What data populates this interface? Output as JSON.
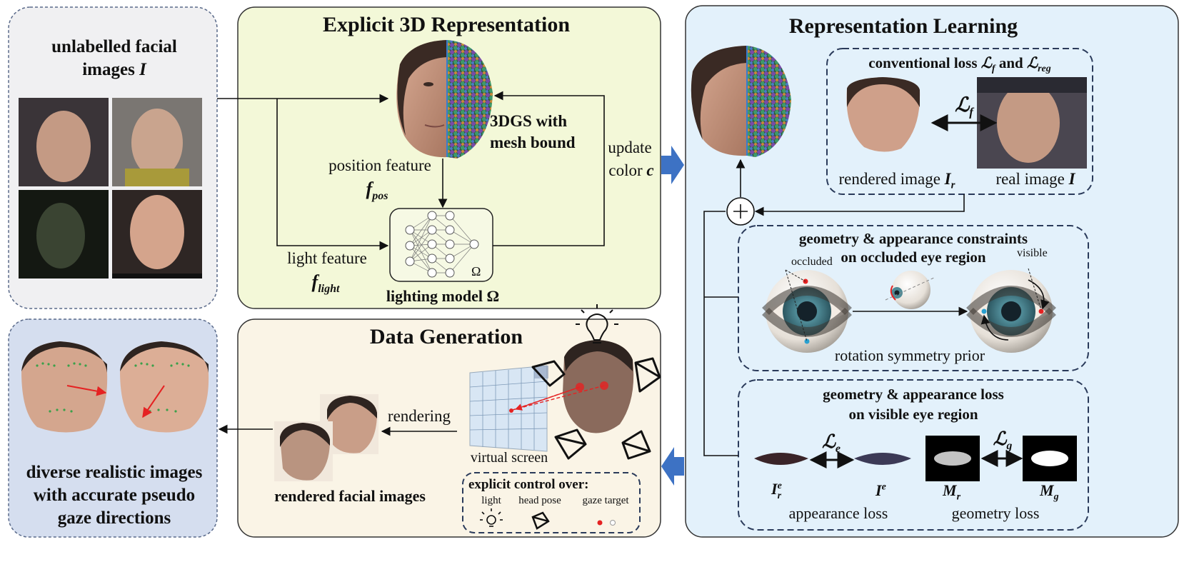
{
  "colors": {
    "unlabelled_panel": "#f0f0f2",
    "explicit_panel": "#f3f8d8",
    "representation_panel": "#e3f1fb",
    "generation_panel": "#faf4e6",
    "output_panel": "#d5deef",
    "block_arrow": "#3d72c4",
    "gaze_arrow": "#e52222"
  },
  "unlabelled": {
    "title_line1": "unlabelled facial",
    "title_line2": "images",
    "title_symbol": "I"
  },
  "explicit": {
    "title": "Explicit 3D Representation",
    "gs_label_line1": "3DGS  with",
    "gs_label_line2": "mesh bound",
    "position_feature": "position feature",
    "position_symbol": "f",
    "position_sub": "pos",
    "light_feature": "light feature",
    "light_symbol": "f",
    "light_sub": "light",
    "omega": "Ω",
    "lighting_model": "lighting model Ω",
    "update_line1": "update",
    "update_line2": "color",
    "update_symbol": "c"
  },
  "representation": {
    "title": "Representation Learning",
    "conventional_prefix": "conventional loss ",
    "conventional_and": " and ",
    "loss_f": "ℒ",
    "loss_f_sub": "f",
    "loss_reg_sub": "reg",
    "rendered_label": "rendered image ",
    "rendered_symbol": "I",
    "rendered_sub": "r",
    "real_label": "real image ",
    "real_symbol": "I",
    "plus": "+",
    "constraints_line1": "geometry & appearance constraints",
    "constraints_line2": "on occluded eye region",
    "occluded": "occluded",
    "visible": "visible",
    "rotation_prior": "rotation symmetry prior",
    "visible_loss_line1": "geometry & appearance loss",
    "visible_loss_line2": "on visible eye region",
    "loss_e_sub": "e",
    "loss_g_sub": "g",
    "ire_symbol": "I",
    "ire_sup": "e",
    "ire_sub": "r",
    "ie_symbol": "I",
    "ie_sup": "e",
    "mr_symbol": "M",
    "mr_sub": "r",
    "mg_symbol": "M",
    "mg_sub": "g",
    "appearance_loss": "appearance loss",
    "geometry_loss": "geometry loss"
  },
  "generation": {
    "title": "Data Generation",
    "rendering": "rendering",
    "virtual_screen": "virtual  screen",
    "rendered_faces": "rendered facial images",
    "control_title": "explicit control over:",
    "control_light": "light",
    "control_head_pose": "head pose",
    "control_gaze_target": "gaze target"
  },
  "output": {
    "line1": "diverse realistic images",
    "line2": "with accurate pseudo",
    "line3": "gaze directions"
  }
}
